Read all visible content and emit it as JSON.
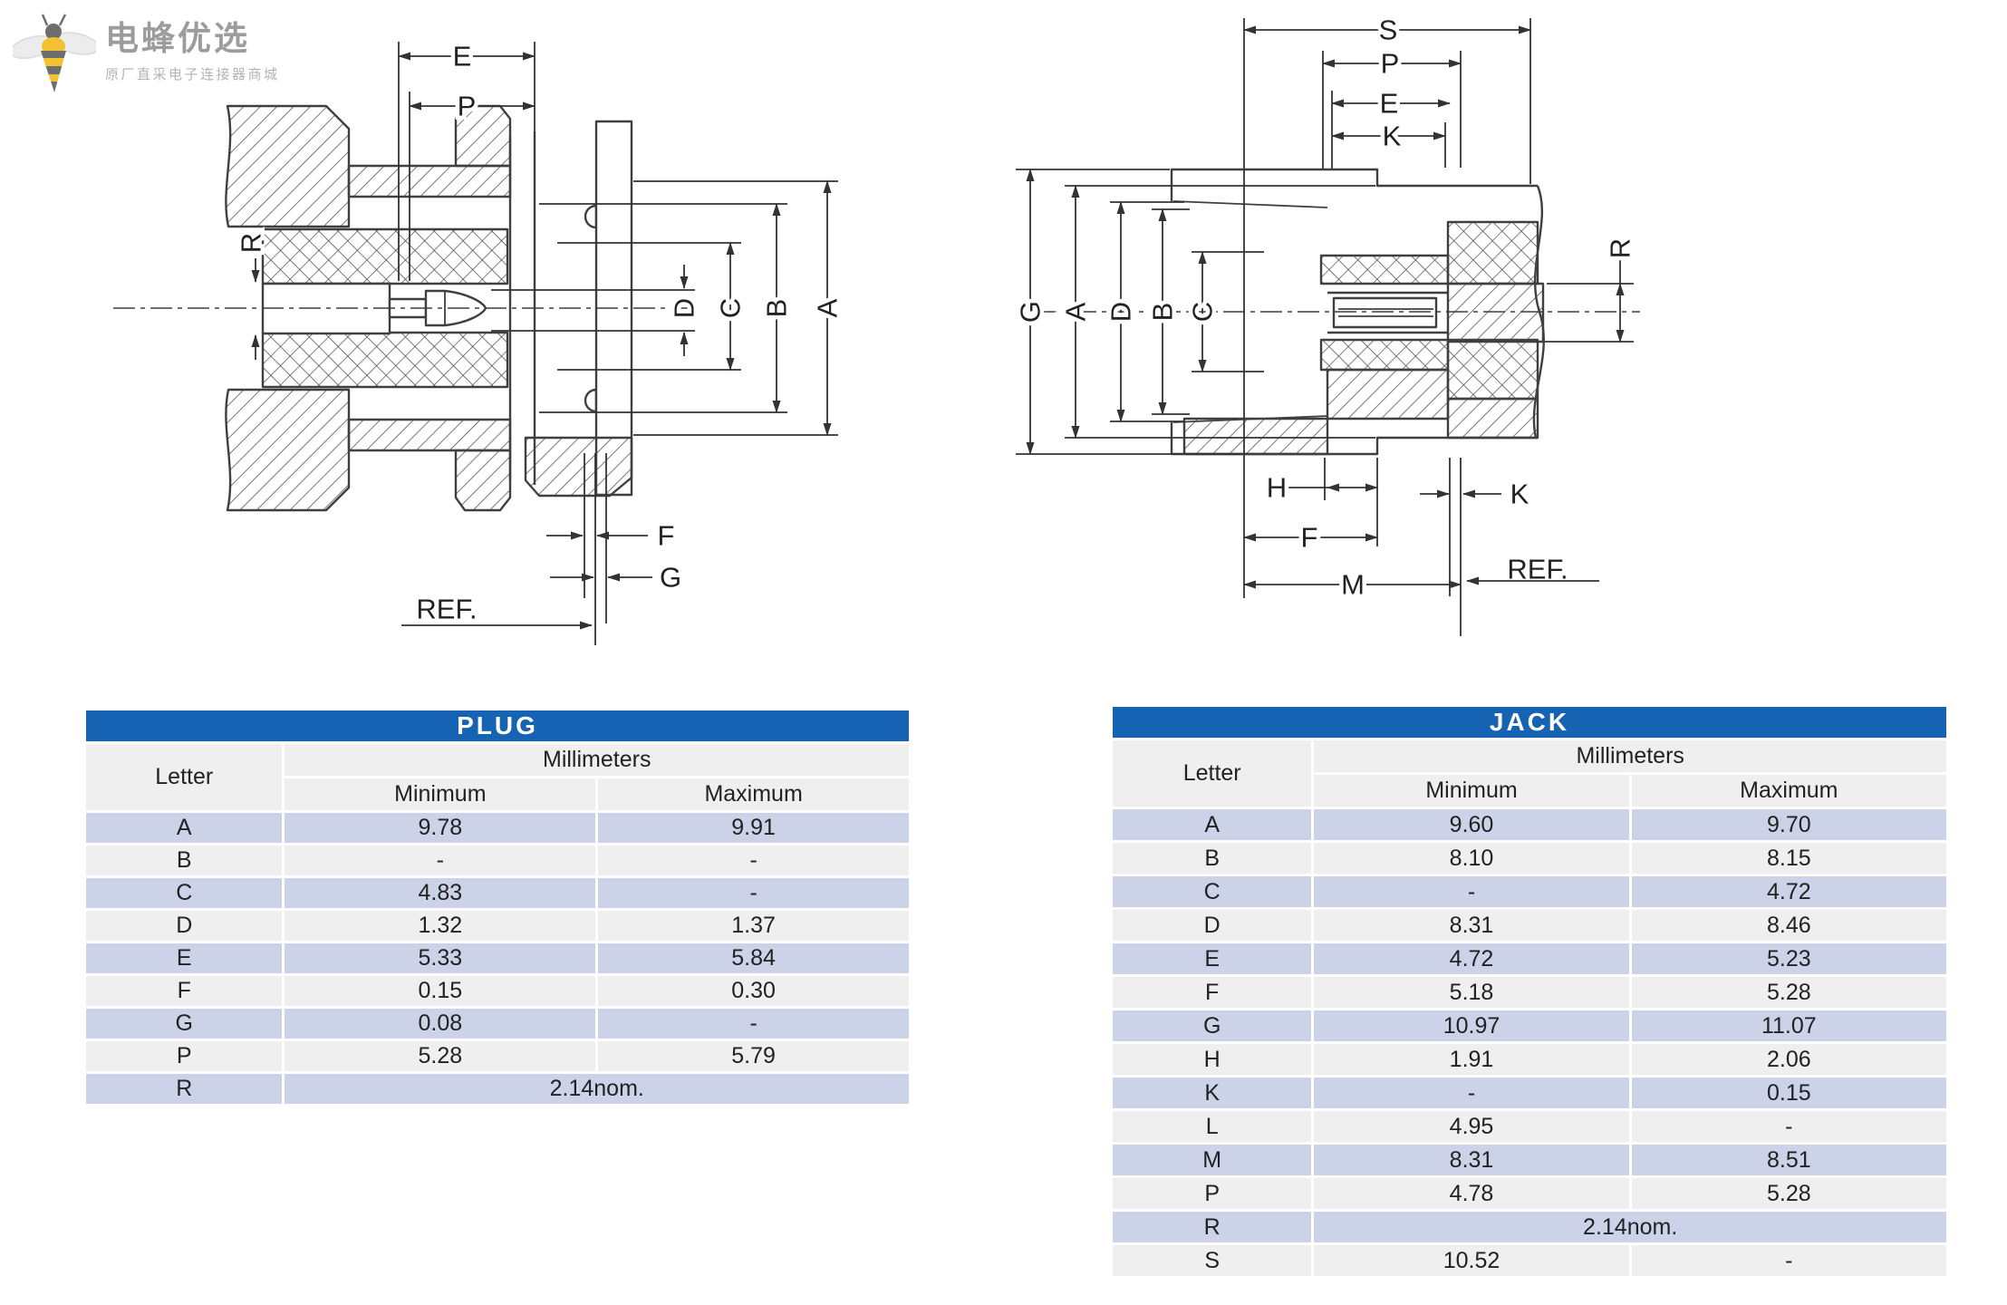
{
  "logo": {
    "title": "电蜂优选",
    "subtitle": "原厂直采电子连接器商城"
  },
  "colors": {
    "header_blue": "#1563b2",
    "row_lavender": "#ccd3e8",
    "row_gray": "#efefef",
    "line_color": "#3f3f3f",
    "logo_yellow": "#f2c233",
    "logo_gray": "#6e6e6e"
  },
  "plug_drawing": {
    "dims": {
      "e": "E",
      "p": "P",
      "r": "R",
      "d": "D",
      "c": "C",
      "b": "B",
      "a": "A",
      "f": "F",
      "g": "G",
      "ref": "REF."
    }
  },
  "jack_drawing": {
    "dims": {
      "s": "S",
      "p": "P",
      "e": "E",
      "k_top": "K",
      "g": "G",
      "a": "A",
      "d": "D",
      "b": "B",
      "c": "C",
      "r": "R",
      "h": "H",
      "k_bottom": "K",
      "f": "F",
      "m": "M",
      "ref": "REF."
    }
  },
  "plug_table": {
    "title": "PLUG",
    "headers": {
      "letter": "Letter",
      "unit": "Millimeters",
      "min": "Minimum",
      "max": "Maximum"
    },
    "rows": [
      {
        "letter": "A",
        "min": "9.78",
        "max": "9.91"
      },
      {
        "letter": "B",
        "min": "-",
        "max": "-"
      },
      {
        "letter": "C",
        "min": "4.83",
        "max": "-"
      },
      {
        "letter": "D",
        "min": "1.32",
        "max": "1.37"
      },
      {
        "letter": "E",
        "min": "5.33",
        "max": "5.84"
      },
      {
        "letter": "F",
        "min": "0.15",
        "max": "0.30"
      },
      {
        "letter": "G",
        "min": "0.08",
        "max": "-"
      },
      {
        "letter": "P",
        "min": "5.28",
        "max": "5.79"
      },
      {
        "letter": "R",
        "nom": "2.14nom."
      }
    ]
  },
  "jack_table": {
    "title": "JACK",
    "headers": {
      "letter": "Letter",
      "unit": "Millimeters",
      "min": "Minimum",
      "max": "Maximum"
    },
    "rows": [
      {
        "letter": "A",
        "min": "9.60",
        "max": "9.70"
      },
      {
        "letter": "B",
        "min": "8.10",
        "max": "8.15"
      },
      {
        "letter": "C",
        "min": "-",
        "max": "4.72"
      },
      {
        "letter": "D",
        "min": "8.31",
        "max": "8.46"
      },
      {
        "letter": "E",
        "min": "4.72",
        "max": "5.23"
      },
      {
        "letter": "F",
        "min": "5.18",
        "max": "5.28"
      },
      {
        "letter": "G",
        "min": "10.97",
        "max": "11.07"
      },
      {
        "letter": "H",
        "min": "1.91",
        "max": "2.06"
      },
      {
        "letter": "K",
        "min": "-",
        "max": "0.15"
      },
      {
        "letter": "L",
        "min": "4.95",
        "max": "-"
      },
      {
        "letter": "M",
        "min": "8.31",
        "max": "8.51"
      },
      {
        "letter": "P",
        "min": "4.78",
        "max": "5.28"
      },
      {
        "letter": "R",
        "nom": "2.14nom."
      },
      {
        "letter": "S",
        "min": "10.52",
        "max": "-"
      }
    ]
  }
}
